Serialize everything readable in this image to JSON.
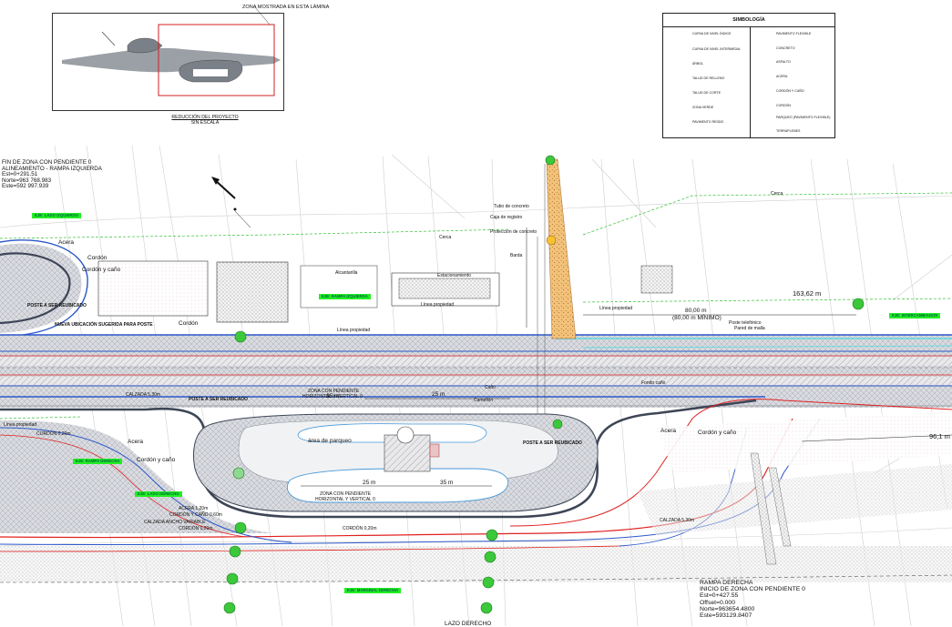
{
  "location_map": {
    "label": "ZONA MOSTRADA EN ESTA LÁMINA",
    "caption_line1": "REDUCCIÓN DEL PROYECTO",
    "caption_line2": "SIN ESCALA"
  },
  "legend": {
    "title": "SIMBOLOGÍA",
    "left_items": [
      {
        "label": "CURVA DE NIVEL ÍNDICE",
        "swatch": "index-contour"
      },
      {
        "label": "CURVA DE NIVEL INTERMEDIA",
        "swatch": "intermediate-contour"
      },
      {
        "label": "ÁRBOL",
        "swatch": "tree"
      },
      {
        "label": "TALUD DE RELLENO",
        "swatch": "fill-slope"
      },
      {
        "label": "TALUD DE CORTE",
        "swatch": "cut-slope"
      },
      {
        "label": "ZONA VERDE",
        "swatch": "green-zone"
      },
      {
        "label": "PAVIMENTO RÍGIDO",
        "swatch": "rigid-pavement"
      }
    ],
    "right_items": [
      {
        "label": "PAVIMENTO FLEXIBLE",
        "swatch": "flexible-pavement"
      },
      {
        "label": "CONCRETO",
        "swatch": "concrete"
      },
      {
        "label": "ASFALTO",
        "swatch": "asphalt"
      },
      {
        "label": "ACERA",
        "swatch": "sidewalk"
      },
      {
        "label": "CORDÓN Y CAÑO",
        "swatch": "curb"
      },
      {
        "label": "CORDÓN",
        "swatch": "curb-only"
      },
      {
        "label": "PARQUEO (PAVIMENTO FLEXIBLE)",
        "swatch": "parking"
      },
      {
        "label": "TERRAPLENES",
        "swatch": "embankment"
      }
    ]
  },
  "colors": {
    "paving_fill": "#d7dbe3",
    "curb_blue": "#2b57c8",
    "curb_dark": "#3d4556",
    "cut_slope_red": "#e02020",
    "tree_green": "#3bc83b",
    "green_tag": "#22ee22",
    "orange_strip": "#e3a54a",
    "cyan_curb": "#5fd9df",
    "contour": "#c8c8c8"
  },
  "info_blocks": {
    "top_left": [
      "FIN DE ZONA CON PENDIENTE 0",
      "ALINEAMIENTO - RAMPA IZQUIERDA",
      "Est=0+291.51",
      "Norte=963 768.983",
      "Este=592 997.939"
    ],
    "bottom_right": [
      "RAMPA DERECHA",
      "INICIO DE ZONA CON PENDIENTE 0",
      "Est=0+427.55",
      "Offset=0.000",
      "Norte=963654.4800",
      "Este=593129.8407"
    ]
  },
  "green_tags": {
    "lado_izquierdo": "EJE: LADO IZQUIERDO",
    "rampa_izquierda": "EJE: RAMPA IZQUIERDA",
    "intercambiador": "EJE: INTERCAMBIADOR",
    "rampa_derecha": "EJE: RAMPA DERECHA",
    "lado_derecho": "EJE: LADO DERECHO",
    "marginal_derecha": "EJE: MARGINAL DERECHA"
  },
  "labels": {
    "acera_top": "Acera",
    "acera_left": "Acera",
    "acera_right": "Acera",
    "cordon_top": "Cordón",
    "cordon_y_cano_top": "Cordón y caño",
    "cordon_y_cano_left": "Cordón y caño",
    "cordon_y_cano_right": "Cordón y caño",
    "cordon_mid": "Cordón",
    "poste_reubicado_1": "POSTE A SER REUBICADO",
    "poste_reubicado_2": "POSTE A SER REUBICADO",
    "poste_reubicado_3": "POSTE A SER REUBICADO",
    "nueva_ubicacion": "NUEVA UBICACIÓN SUGERIDA PARA POSTE",
    "area_parqueo": "área de parqueo",
    "zona_pendiente_top": "ZONA CON PENDIENTE",
    "zona_pendiente_top2": "HORIZONTAL Y VERTICAL 0",
    "zona_pendiente_bottom": "ZONA CON PENDIENTE",
    "zona_pendiente_bottom2": "HORIZONTAL Y VERTICAL 0",
    "dim_25m_top": "25 m",
    "dim_25m_bottom": "25 m",
    "dim_35m_top": "35 m",
    "dim_35m_bottom": "35 m",
    "dim_80m": "80,00 m",
    "dim_80m_minimo": "(80,00 m MÍNIMO)",
    "dim_163m": "163,62 m",
    "dim_96m": "96,1 m",
    "calzada_left": "CALZADA 5,30m",
    "calzada_right": "CALZADA 5,30m",
    "calzada_bottom": "CALZADA ANCHO VARIABLE",
    "acera_1": "ACERA 1,20m",
    "cordon_y_cano_dim": "CORDÓN Y CAÑO 0,60m",
    "cordon_020": "CORDÓN 0,20m",
    "cordon_020_b": "CORDÓN 0,20m",
    "cordon_005": "CORDÓN 0,20m",
    "linea_propiedad_1": "Línea propiedad",
    "linea_propiedad_2": "Línea propiedad",
    "linea_propiedad_3": "Línea propiedad",
    "linea_propiedad_4": "Línea propiedad",
    "lazo_derecho": "LAZO DERECHO",
    "tubo_concreto": "Tubo de concreto",
    "caja_registro": "Caja de registro",
    "proteccion_concreto": "Protección de concreto",
    "poste_telefonico": "Poste telefónico",
    "pared_malla": "Pared de malla",
    "cerca_top": "Cerca",
    "cerca_right": "Cerca",
    "alcantarilla": "Alcantarilla",
    "estacion": "Estacionamiento",
    "fondo_cano": "Fondo caño",
    "caño": "Caño",
    "camellon": "Camellón",
    "barda": "Barda"
  }
}
